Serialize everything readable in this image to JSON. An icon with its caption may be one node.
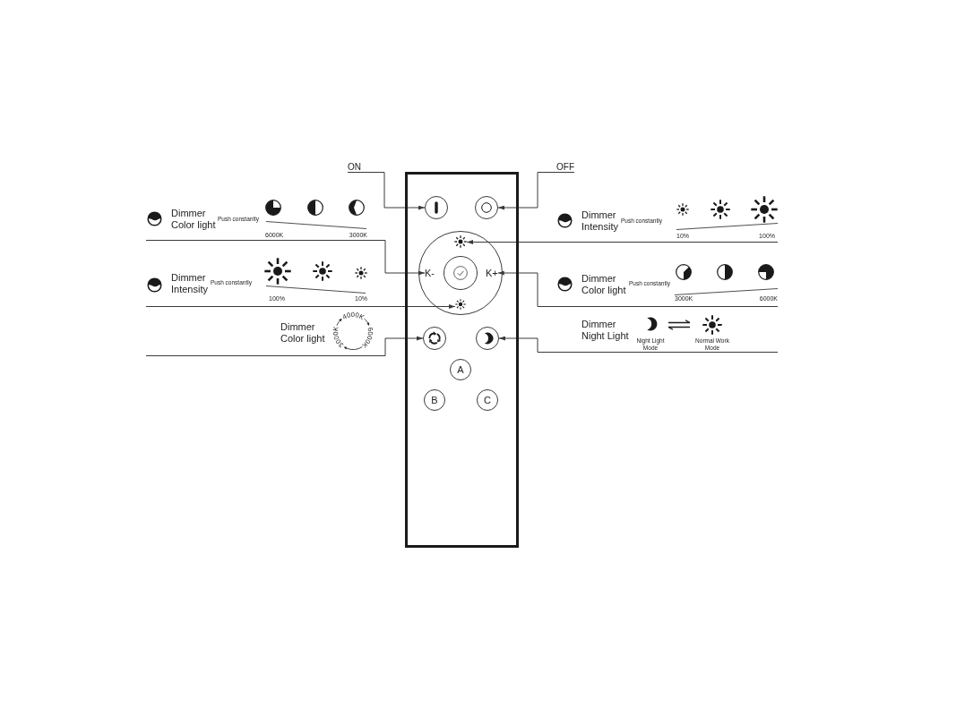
{
  "diagram": {
    "nodes": [
      {
        "text": [
          "ON"
        ]
      },
      {
        "text": [
          "OFF"
        ]
      },
      {
        "text": [
          "Dimmer Color light",
          "Push constantly",
          "6000K",
          "3000K"
        ]
      },
      {
        "text": [
          "Dimmer Intensity",
          "Push constantly",
          "10%",
          "100%"
        ]
      },
      {
        "text": [
          "Dimmer Intensity",
          "Push constantly",
          "100%",
          "10%"
        ]
      },
      {
        "text": [
          "Dimmer Color light",
          "Push constantly",
          "3000K",
          "6000K"
        ]
      },
      {
        "text": [
          "Dimmer Color light",
          "4000K",
          "3000K",
          "6000K"
        ]
      },
      {
        "text": [
          "Dimmer Night Light",
          "Night Light Mode",
          "Normal Work Mode"
        ]
      },
      {
        "text": [],
        "shape": "box"
      },
      {
        "text": [],
        "shape": "circle",
        "in": 8
      },
      {
        "text": [],
        "shape": "circle",
        "in": 8
      },
      {
        "text": [],
        "shape": "circle",
        "in": 8
      },
      {
        "text": [],
        "shape": "picture",
        "in": 11
      },
      {
        "text": [
          "K-"
        ],
        "in": 11
      },
      {
        "text": [],
        "shape": "circle",
        "in": 11
      },
      {
        "text": [
          "K+"
        ],
        "in": 11
      },
      {
        "text": [],
        "shape": "picture",
        "in": 11
      },
      {
        "text": [],
        "shape": "circle",
        "in": 8
      },
      {
        "text": [],
        "shape": "circle",
        "in": 8
      },
      {
        "text": [
          "A"
        ],
        "in": 8
      },
      {
        "text": [
          "B"
        ],
        "in": 8
      },
      {
        "text": [
          "C"
        ],
        "in": 8
      }
    ],
    "edges": [
      {
        "from": 0,
        "to": 9,
        "arrow": "to"
      },
      {
        "from": 1,
        "to": 10,
        "arrow": "to"
      },
      {
        "from": 2,
        "to": 13,
        "arrow": "to"
      },
      {
        "from": 3,
        "to": 12,
        "arrow": "to"
      },
      {
        "from": 4,
        "to": 16,
        "arrow": "to"
      },
      {
        "from": 5,
        "to": 15,
        "arrow": "to"
      },
      {
        "from": 6,
        "to": 17,
        "arrow": "to"
      },
      {
        "from": 7,
        "to": 18,
        "arrow": "to"
      }
    ]
  }
}
